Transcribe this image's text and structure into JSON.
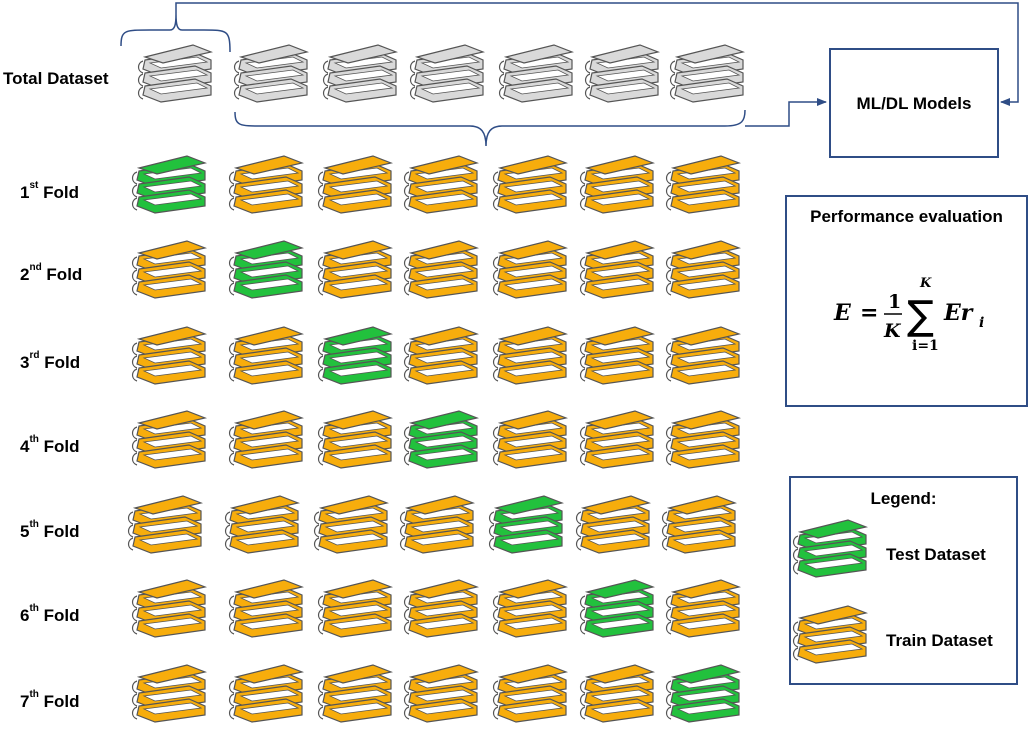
{
  "total_dataset_label": "Total Dataset",
  "models_label": "ML/DL Models",
  "performance": {
    "title": "Performance evaluation",
    "formula": {
      "lhs": "E",
      "equals": "=",
      "numerator": "1",
      "denominator": "K",
      "sum_upper": "K",
      "sum_lower": "i=1",
      "term_base": "Er",
      "term_sub": "i"
    }
  },
  "legend": {
    "title": "Legend:",
    "test_label": "Test Dataset",
    "train_label": "Train Dataset"
  },
  "folds": [
    {
      "num": "1",
      "sup": "st",
      "word": "Fold",
      "test_index": 0
    },
    {
      "num": "2",
      "sup": "nd",
      "word": "Fold",
      "test_index": 1
    },
    {
      "num": "3",
      "sup": "rd",
      "word": "Fold",
      "test_index": 2
    },
    {
      "num": "4",
      "sup": "th",
      "word": "Fold",
      "test_index": 3
    },
    {
      "num": "5",
      "sup": "th",
      "word": "Fold",
      "test_index": 4
    },
    {
      "num": "6",
      "sup": "th",
      "word": "Fold",
      "test_index": 5
    },
    {
      "num": "7",
      "sup": "th",
      "word": "Fold",
      "test_index": 6
    }
  ],
  "colors": {
    "test": "#22c13d",
    "train": "#f7ad0c",
    "total": "#d9d9d9",
    "outline": "#555555",
    "connector": "#2f4d86"
  },
  "book_icon": "book-stack-icon"
}
